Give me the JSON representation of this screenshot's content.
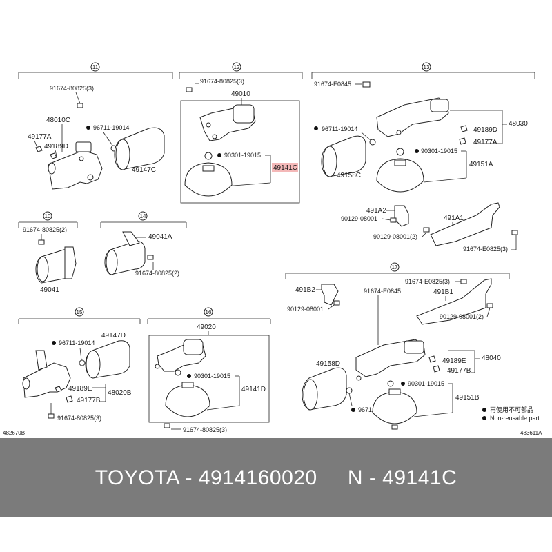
{
  "diagram": {
    "refs": {
      "left": "482670B",
      "right": "483611A"
    },
    "legend": {
      "zh": "再使用不可部品",
      "en": "Non-reusable part"
    },
    "highlight_color": "#f4b8b8",
    "groups": {
      "g11": {
        "num": "11",
        "labels": [
          "91674-80825(3)",
          "48010C",
          "49177A",
          "49189D",
          "96711-19014",
          "49147C"
        ]
      },
      "g12": {
        "num": "12",
        "labels": [
          "91674-80825(3)",
          "49010",
          "90301-19015",
          "49141C"
        ]
      },
      "g13": {
        "num": "13",
        "labels": [
          "91674-E0845",
          "48030",
          "96711-19014",
          "49189D",
          "49177A",
          "90301-19015",
          "49151A",
          "49158C",
          "491A2",
          "90129-08001",
          "491A1",
          "90129-08001(2)",
          "91674-E0825(3)"
        ]
      },
      "g10": {
        "num": "10",
        "labels": [
          "91674-80825(2)",
          "49041"
        ]
      },
      "g14": {
        "num": "14",
        "labels": [
          "49041A",
          "91674-80825(2)"
        ]
      },
      "g15": {
        "num": "15",
        "labels": [
          "49147D",
          "96711-19014",
          "49189E",
          "48020B",
          "49177B",
          "91674-80825(3)"
        ]
      },
      "g16": {
        "num": "16",
        "labels": [
          "49020",
          "90301-19015",
          "49141D",
          "91674-80825(3)"
        ]
      },
      "g17": {
        "num": "17",
        "labels": [
          "91674-E0825(3)",
          "491B2",
          "91674-E0845",
          "491B1",
          "90129-08001",
          "90129-08001(2)",
          "48040",
          "49158D",
          "49189E",
          "49177B",
          "90301-19015",
          "49151B",
          "96711-19014"
        ]
      }
    }
  },
  "footer": {
    "text": "TOYOTA - 4914160020     N - 49141C"
  }
}
